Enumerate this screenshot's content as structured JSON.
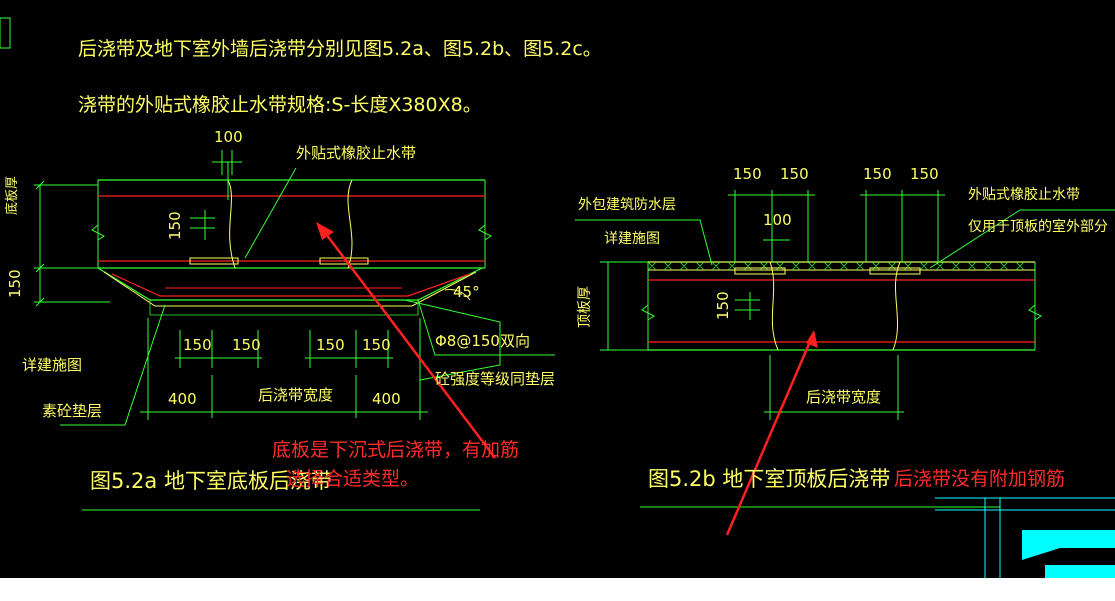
{
  "notes": {
    "top_line": "后浇带及地下室外墙后浇带分别见图5.2a、图5.2b、图5.2c。",
    "spec_line": "浇带的外贴式橡胶止水带规格:S-长度X380X8。"
  },
  "figure_a": {
    "dim_top": "100",
    "label_waterstop": "外贴式橡胶止水带",
    "label_slab_thickness": "底板厚",
    "dim_150_side": "150",
    "dim_150_inner": "150",
    "label_angle": "45°",
    "label_rebar": "Φ8@150双向",
    "dim_150_1": "150",
    "dim_150_2": "150",
    "dim_150_3": "150",
    "dim_150_4": "150",
    "dim_400_left": "400",
    "label_band_width": "后浇带宽度",
    "dim_400_right": "400",
    "label_see_arch": "详建施图",
    "label_plain_concrete": "素砼垫层",
    "label_same_grade": "砼强度等级同垫层",
    "caption": "图5.2a 地下室底板后浇带"
  },
  "figure_b": {
    "dim_150_1": "150",
    "dim_150_2": "150",
    "dim_150_3": "150",
    "dim_150_4": "150",
    "dim_100": "100",
    "label_waterproof": "外包建筑防水层",
    "label_see_arch": "详建施图",
    "label_waterstop": "外贴式橡胶止水带",
    "label_roof_only": "仅用于顶板的室外部分",
    "label_slab_thickness": "顶板厚",
    "dim_150_inner": "150",
    "label_band_width": "后浇带宽度",
    "caption": "图5.2b 地下室顶板后浇带"
  },
  "annotations": {
    "note_a_line1": "底板是下沉式后浇带，有加筋",
    "note_a_line2": "选择合适类型。",
    "note_b": "后浇带没有附加钢筋"
  },
  "colors": {
    "background": "#000000",
    "cad_yellow": "#ffff66",
    "cad_green": "#33ff33",
    "cad_red": "#ff2020",
    "annotation_red": "#ff2b2b",
    "cad_cyan": "#00ffff"
  }
}
